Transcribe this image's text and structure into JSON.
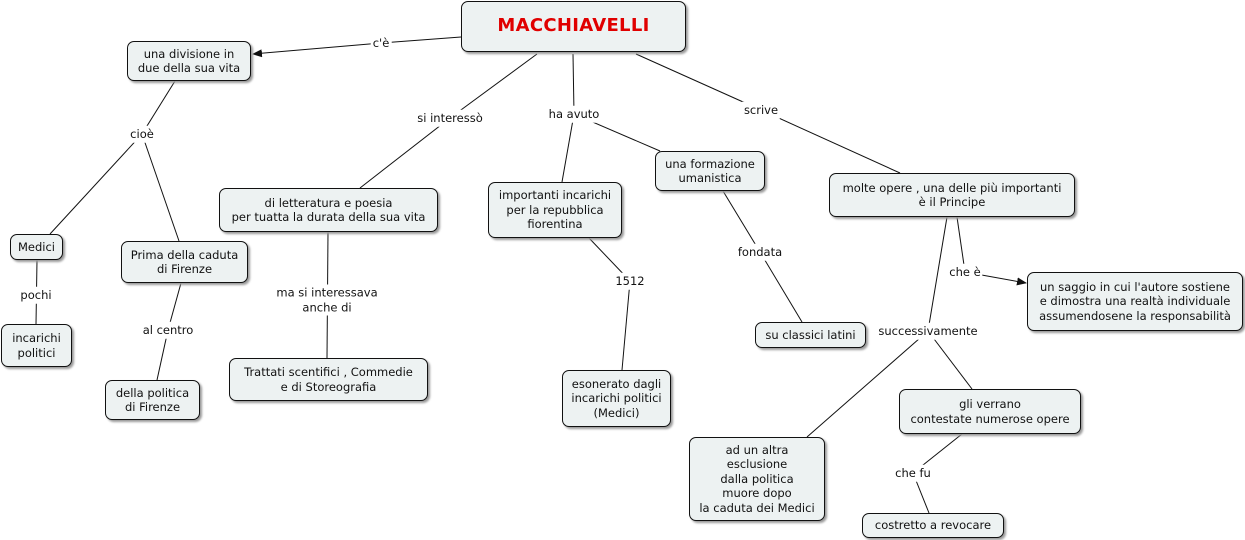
{
  "nodes": [
    {
      "id": "main",
      "text": "MACCHIAVELLI",
      "main": true
    },
    {
      "id": "divisione",
      "text": "una divisione in\ndue della sua vita"
    },
    {
      "id": "medici",
      "text": "Medici"
    },
    {
      "id": "incarichi_pol",
      "text": "incarichi\npolitici"
    },
    {
      "id": "prima",
      "text": "Prima della caduta\ndi Firenze"
    },
    {
      "id": "politica",
      "text": "della politica\ndi Firenze"
    },
    {
      "id": "letteratura",
      "text": "di letteratura e poesia\nper tuatta la durata della sua vita"
    },
    {
      "id": "trattati",
      "text": "Trattati scentifici , Commedie\ne di Storeografia"
    },
    {
      "id": "importanti",
      "text": "importanti incarichi\nper la repubblica\nfiorentina"
    },
    {
      "id": "esonerato",
      "text": "esonerato dagli\nincarichi politici\n(Medici)"
    },
    {
      "id": "formazione",
      "text": "una formazione\numanistica"
    },
    {
      "id": "classici",
      "text": "su classici latini"
    },
    {
      "id": "molte",
      "text": "molte opere , una delle più importanti\nè il Principe"
    },
    {
      "id": "saggio",
      "text": "un saggio in cui l'autore sostiene\ne dimostra una realtà individuale\nassumendosene la responsabilità"
    },
    {
      "id": "altra",
      "text": "ad un altra\nesclusione\ndalla politica\nmuore dopo\nla caduta dei Medici"
    },
    {
      "id": "verrano",
      "text": "gli verrano\ncontestate numerose opere"
    },
    {
      "id": "costretto",
      "text": "costretto a revocare"
    }
  ],
  "labels": [
    {
      "id": "ce",
      "text": "c'è"
    },
    {
      "id": "cioe",
      "text": "cioè"
    },
    {
      "id": "pochi",
      "text": "pochi"
    },
    {
      "id": "alcentro",
      "text": "al centro"
    },
    {
      "id": "siinteresso",
      "text": "si interessò"
    },
    {
      "id": "ma",
      "text": "ma si interessava\nanche di"
    },
    {
      "id": "havuto",
      "text": "ha avuto"
    },
    {
      "id": "y1512",
      "text": "1512"
    },
    {
      "id": "fondata",
      "text": "fondata"
    },
    {
      "id": "scrive",
      "text": "scrive"
    },
    {
      "id": "chee",
      "text": "che è"
    },
    {
      "id": "succ",
      "text": "successivamente"
    },
    {
      "id": "chefu",
      "text": "che fu"
    }
  ]
}
